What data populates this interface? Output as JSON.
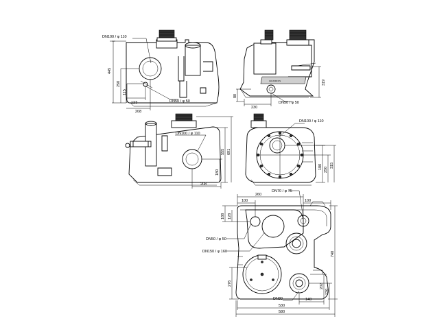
{
  "views": {
    "front": {
      "dn_inlet": "DN100 /  φ 110",
      "dn_outlet": "DN50 /  φ 50",
      "h_total": "445",
      "h_inlet": "250",
      "h_outlet": "115",
      "w_outlet": "123",
      "w_inlet": "208"
    },
    "side": {
      "dn_outlet": "DN50 /  φ 50",
      "h_outlet": "80",
      "w_outlet": "230",
      "h_right": "319"
    },
    "back": {
      "dn_inlet": "DN100 /  φ 110",
      "h_mid": "555",
      "h_total": "691",
      "h_inlet": "180",
      "w_inlet": "208"
    },
    "end": {
      "dn_inlet": "DN100 /  φ 110",
      "h_a": "180",
      "h_b": "250",
      "h_c": "315"
    },
    "top": {
      "dn_vent": "DN70 /  φ 75",
      "w_260": "260",
      "w_100_left": "100",
      "w_100_right": "100",
      "h_188": "188",
      "h_128": "128",
      "dn_50": "DN50 /  φ 50",
      "dn_150": "DN150 /  φ 160",
      "h_740": "740",
      "h_276": "276",
      "h_120": "120",
      "h_202": "202",
      "dn_80": "DN80",
      "w_140": "140",
      "w_530": "530",
      "w_580": "580"
    }
  }
}
